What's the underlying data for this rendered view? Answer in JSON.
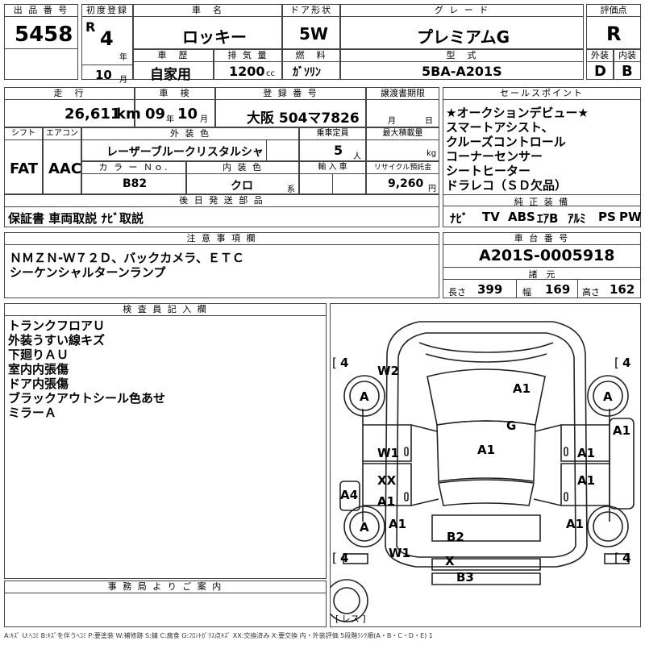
{
  "header": {
    "lot_label": "出 品 番 号",
    "lot": "5458",
    "first_reg_label": "初度登録",
    "era": "R",
    "first_reg_year": "4",
    "year_unit": "年",
    "first_reg_month": "10",
    "month_unit": "月",
    "name_label": "車　名",
    "name": "ロッキー",
    "door_label": "ドア形状",
    "door": "5W",
    "grade_label": "グ レ ー ド",
    "grade": "プレミアムG",
    "score_label": "評価点",
    "score": "R",
    "history_label": "車　歴",
    "history": "自家用",
    "displacement_label": "排 気 量",
    "displacement": "1200",
    "displacement_unit": "cc",
    "fuel_label": "燃　料",
    "fuel": "ｶﾞｿﾘﾝ",
    "model_label": "型　式",
    "model": "5BA-A201S",
    "exterior_label": "外装",
    "exterior": "D",
    "interior_label": "内装",
    "interior": "B"
  },
  "info": {
    "mileage_label": "走　行",
    "mileage": "26,611",
    "mileage_unit": "km",
    "inspection_label": "車　検",
    "inspection_year": "09",
    "inspection_month": "10",
    "reg_label": "登 録 番 号",
    "reg": "大阪 504マ7826",
    "transfer_label": "譲渡書期限",
    "transfer_month": "月",
    "transfer_day": "日",
    "shift_label": "シフト",
    "shift": "FAT",
    "ac_label": "エアコン",
    "ac": "AAC",
    "color_label": "外 装 色",
    "color": "レーザーブルークリスタルシャ",
    "capacity_label": "乗車定員",
    "capacity": "5",
    "capacity_unit": "人",
    "load_label": "最大積載量",
    "load_unit": "kg",
    "color_no_label": "カ ラ ー Ｎｏ.",
    "color_no": "B82",
    "int_color_label": "内 装 色",
    "int_color": "クロ",
    "int_color_unit": "系",
    "import_label": "輸 入 車",
    "recycle_label": "リサイクル預託金",
    "recycle": "9,260",
    "recycle_unit": "円",
    "later_label": "後 日 発 送 部 品",
    "later": "保証書 車両取説 ﾅﾋﾞ取説"
  },
  "sales": {
    "label": "セールスポイント",
    "lines": [
      "★オークションデビュー★",
      "スマートアシスト、",
      "クルーズコントロール",
      "コーナーセンサー",
      "シートヒーター",
      "ドラレコ（ＳＤ欠品）"
    ]
  },
  "equipment": {
    "label": "純 正 装 備",
    "items": [
      "ﾅﾋﾞ",
      "TV",
      "ABS",
      "ｴｱB",
      "ｱﾙﾐ",
      "PS",
      "PW"
    ]
  },
  "notes": {
    "label": "注 意 事 項 欄",
    "lines": [
      "ＮＭＺＮ-Ｗ７２Ｄ、バックカメラ、ＥＴＣ",
      "シーケンシャルターンランプ"
    ]
  },
  "chassis": {
    "label": "車 台 番 号",
    "value": "A201S-0005918",
    "spec_label": "諸　元",
    "length_label": "長さ",
    "length": "399",
    "width_label": "幅",
    "width": "169",
    "height_label": "高さ",
    "height": "162"
  },
  "inspector": {
    "label": "検 査 員 記 入 欄",
    "lines": [
      "トランクフロアＵ",
      "外装うすい線キズ",
      "下廻りＡＵ",
      "室内内張傷",
      "ドア内張傷",
      "ブラックアウトシール色あせ",
      "ミラーＡ"
    ]
  },
  "office": {
    "label": "事 務 局 よ り ご 案 内"
  },
  "diagram": {
    "tire_fl": "4",
    "tire_fr": "4",
    "tire_rl": "4",
    "tire_rr": "4",
    "roof": "A1",
    "w2": "W2",
    "glass": "G",
    "hood": "A1",
    "wheel_fl": "A",
    "wheel_fr": "A",
    "wheel_rl": "A",
    "fender_r": "A1",
    "w1_l": "W1",
    "a1_rdoor_f": "A1",
    "xx": "XX",
    "a1_l": "A1",
    "a1_rdoor_r": "A1",
    "a4": "A4",
    "a1_lq": "A1",
    "w1_rear": "W1",
    "a1_rq": "A1",
    "b2": "B2",
    "x": "X",
    "b3": "B3",
    "spare": "[ レス ]"
  },
  "legend": "A:ｷｽﾞ U:ﾍｺﾐ B:ｷｽﾞを伴うﾍｺﾐ P:要塗装 W:補修跡 S:錆 C:腐食 G:ﾌﾛﾝﾄｶﾞﾗｽ点ｷｽﾞ XX:交換済み X:要交換 内・外装評価 5段階ﾗﾝｸ順(A・B・C・D・E) 1"
}
